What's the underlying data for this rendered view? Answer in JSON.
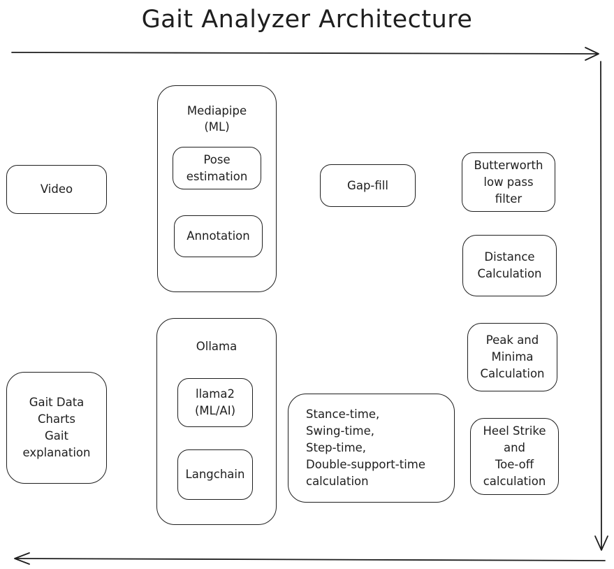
{
  "title": "Gait Analyzer Architecture",
  "boxes": {
    "video": "Video",
    "gait_output": "Gait Data\nCharts\nGait\nexplanation",
    "mediapipe": "Mediapipe\n(ML)",
    "pose_estimation": "Pose\nestimation",
    "annotation": "Annotation",
    "ollama": "Ollama",
    "llama2": "llama2\n(ML/AI)",
    "langchain": "Langchain",
    "gap_fill": "Gap-fill",
    "butterworth": "Butterworth\nlow pass\nfilter",
    "distance": "Distance\nCalculation",
    "peak_minima": "Peak and\nMinima\nCalculation",
    "heel_strike": "Heel Strike\nand\nToe-off\ncalculation",
    "stance": "Stance-time,\nSwing-time,\nStep-time,\nDouble-support-time\ncalculation"
  },
  "stroke_color": "#1e1e1e",
  "background_color": "#ffffff"
}
